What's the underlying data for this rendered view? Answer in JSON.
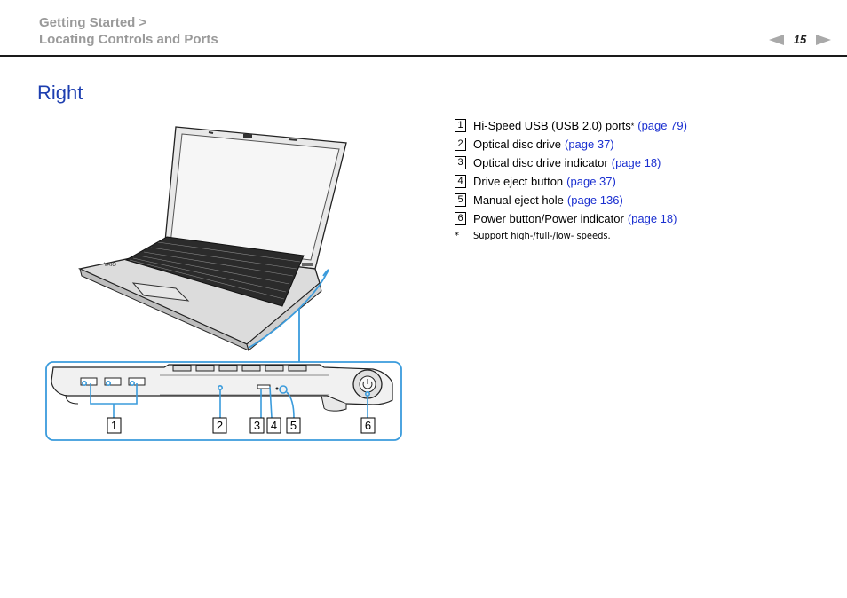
{
  "breadcrumb": {
    "level1": "Getting Started >",
    "level2": "Locating Controls and Ports"
  },
  "pager": {
    "page_number": "15",
    "prev_icon": "triangle-left-icon",
    "next_icon": "triangle-right-icon"
  },
  "heading": "Right",
  "items": [
    {
      "num": "1",
      "label": "Hi-Speed USB (USB 2.0) ports",
      "sup": "*",
      "link": "(page 79)"
    },
    {
      "num": "2",
      "label": "Optical disc drive",
      "sup": "",
      "link": "(page 37)"
    },
    {
      "num": "3",
      "label": "Optical disc drive indicator",
      "sup": "",
      "link": "(page 18)"
    },
    {
      "num": "4",
      "label": "Drive eject button",
      "sup": "",
      "link": "(page 37)"
    },
    {
      "num": "5",
      "label": "Manual eject hole",
      "sup": "",
      "link": "(page 136)"
    },
    {
      "num": "6",
      "label": "Power button/Power indicator",
      "sup": "",
      "link": "(page 18)"
    }
  ],
  "footnote": {
    "marker": "*",
    "text": "Support high-/full-/low- speeds."
  },
  "illustration": {
    "callouts": [
      "1",
      "2",
      "3",
      "4",
      "5",
      "6"
    ],
    "laptop_logo": "VAIO",
    "highlight_color": "#3a9bdc"
  }
}
